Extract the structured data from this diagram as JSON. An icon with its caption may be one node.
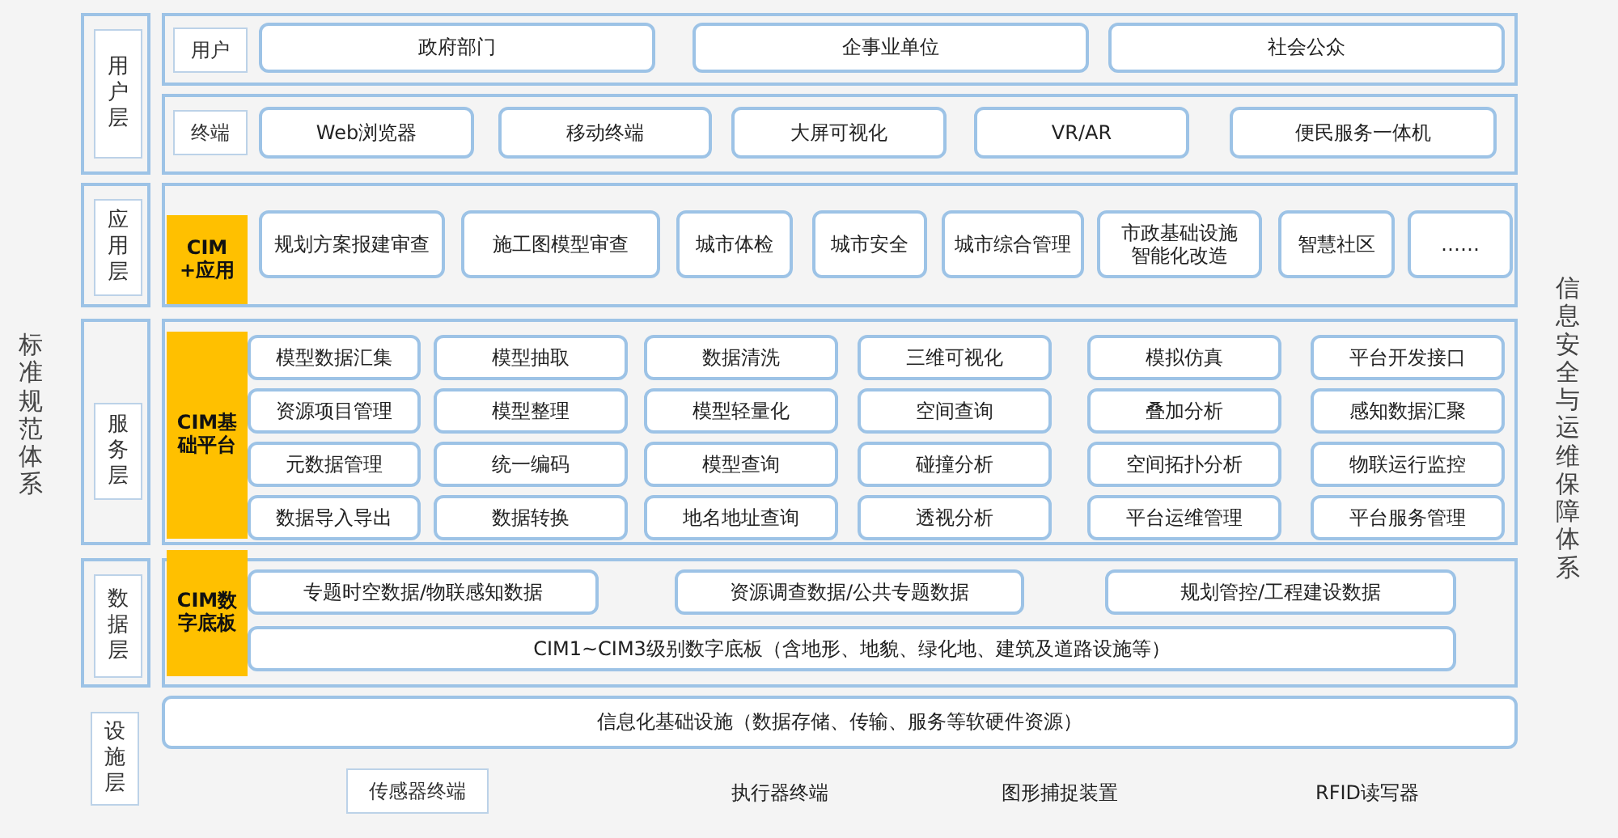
{
  "diagram": {
    "nodes": [
      {
        "text": [
          "用户层"
        ]
      },
      {
        "text": [],
        "shape": "box"
      },
      {
        "text": [
          "用户"
        ],
        "in": 1
      },
      {
        "text": [
          "政府部门"
        ],
        "in": 1
      },
      {
        "text": [
          "企事业单位"
        ],
        "in": 1
      },
      {
        "text": [
          "社会公众"
        ],
        "in": 1
      },
      {
        "text": [],
        "shape": "box"
      },
      {
        "text": [
          "终端"
        ],
        "in": 6
      },
      {
        "text": [
          "Web浏览器"
        ],
        "in": 6
      },
      {
        "text": [
          "移动终端"
        ],
        "in": 6
      },
      {
        "text": [
          "大屏可视化"
        ],
        "in": 6
      },
      {
        "text": [
          "VR/AR"
        ],
        "in": 6
      },
      {
        "text": [
          "便民服务一体机"
        ],
        "in": 6
      },
      {
        "text": [
          "应用层"
        ]
      },
      {
        "text": [],
        "shape": "box"
      },
      {
        "text": [
          "CIM+应用"
        ],
        "in": 14
      },
      {
        "text": [
          "规划方案报建审查"
        ],
        "in": 14
      },
      {
        "text": [
          "施工图模型审查"
        ],
        "in": 14
      },
      {
        "text": [
          "城市体检"
        ],
        "in": 14
      },
      {
        "text": [
          "城市安全"
        ],
        "in": 14
      },
      {
        "text": [
          "城市综合管理"
        ],
        "in": 14
      },
      {
        "text": [
          "市政基础设施智能化改造"
        ],
        "in": 14
      },
      {
        "text": [
          "智慧社区"
        ],
        "in": 14
      },
      {
        "text": [
          "……"
        ],
        "in": 14
      },
      {
        "text": [
          "服务层"
        ]
      },
      {
        "text": [],
        "shape": "box"
      },
      {
        "text": [
          "CIM基础平台"
        ],
        "in": 25
      },
      {
        "text": [
          "模型数据汇集"
        ],
        "in": 25
      },
      {
        "text": [
          "模型抽取"
        ],
        "in": 25
      },
      {
        "text": [
          "数据清洗"
        ],
        "in": 25
      },
      {
        "text": [
          "三维可视化"
        ],
        "in": 25
      },
      {
        "text": [
          "模拟仿真"
        ],
        "in": 25
      },
      {
        "text": [
          "平台开发接口"
        ],
        "in": 25
      },
      {
        "text": [
          "资源项目管理"
        ],
        "in": 25
      },
      {
        "text": [
          "模型整理"
        ],
        "in": 25
      },
      {
        "text": [
          "模型轻量化"
        ],
        "in": 25
      },
      {
        "text": [
          "空间查询"
        ],
        "in": 25
      },
      {
        "text": [
          "叠加分析"
        ],
        "in": 25
      },
      {
        "text": [
          "感知数据汇聚"
        ],
        "in": 25
      },
      {
        "text": [
          "元数据管理"
        ],
        "in": 25
      },
      {
        "text": [
          "统一编码"
        ],
        "in": 25
      },
      {
        "text": [
          "模型查询"
        ],
        "in": 25
      },
      {
        "text": [
          "碰撞分析"
        ],
        "in": 25
      },
      {
        "text": [
          "空间拓扑分析"
        ],
        "in": 25
      },
      {
        "text": [
          "物联运行监控"
        ],
        "in": 25
      },
      {
        "text": [
          "数据导入导出"
        ],
        "in": 25
      },
      {
        "text": [
          "数据转换"
        ],
        "in": 25
      },
      {
        "text": [
          "地名地址查询"
        ],
        "in": 25
      },
      {
        "text": [
          "透视分析"
        ],
        "in": 25
      },
      {
        "text": [
          "平台运维管理"
        ],
        "in": 25
      },
      {
        "text": [
          "平台服务管理"
        ],
        "in": 25
      },
      {
        "text": [
          "数据层"
        ]
      },
      {
        "text": [],
        "shape": "box"
      },
      {
        "text": [
          "CIM数字底板"
        ],
        "in": 52
      },
      {
        "text": [
          "专题时空数据/物联感知数据"
        ],
        "in": 52
      },
      {
        "text": [
          "资源调查数据/公共专题数据"
        ],
        "in": 52
      },
      {
        "text": [
          "规划管控/工程建设数据"
        ],
        "in": 52
      },
      {
        "text": [
          "CIM1~CIM3级别数字底板（含地形、地貌、绿化地、建筑及道路设施等）"
        ],
        "in": 52
      },
      {
        "text": [
          "设施层"
        ]
      },
      {
        "text": [
          "信息化基础设施（数据存储、传输、服务等软硬件资源）"
        ]
      },
      {
        "text": [
          "传感器终端"
        ]
      }
    ],
    "labels": [
      "标准规范体系",
      "信息安全与运维保障体系",
      "执行器终端",
      "图形捕捉装置",
      "RFID读写器"
    ]
  }
}
